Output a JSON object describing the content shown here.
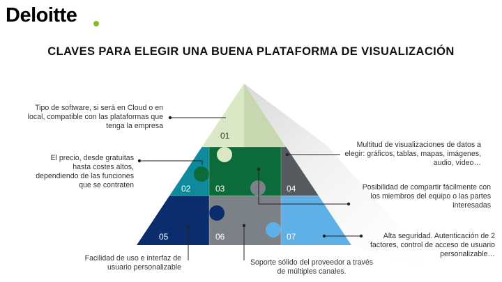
{
  "header": {
    "logo_text": "Deloitte"
  },
  "title": "CLAVES PARA ELEGIR UNA BUENA PLATAFORMA DE VISUALIZACIÓN",
  "pieces": [
    {
      "number": "01",
      "color": "#dbe8c6"
    },
    {
      "number": "02",
      "color": "#0f8a9c"
    },
    {
      "number": "03",
      "color": "#0b6b3a"
    },
    {
      "number": "04",
      "color": "#555a5e"
    },
    {
      "number": "05",
      "color": "#0b2d6e"
    },
    {
      "number": "06",
      "color": "#7b8186"
    },
    {
      "number": "07",
      "color": "#5eb0e6"
    }
  ],
  "callouts": {
    "c01": "Tipo de software, si será en Cloud o en local, compatible con las plataformas que tenga la empresa",
    "c02": "El precio, desde gratuitas hasta costes altos, dependiendo de las funciones que se contraten",
    "c03": "Multitud de visualizaciones de datos a elegir: gráficos, tablas, mapas, imágenes, audio, vídeo…",
    "c04": "Posibilidad de compartir fácilmente con los miembros del equipo o las partes interesadas",
    "c05": "Facilidad de uso e interfaz de usuario personalizable",
    "c06": "Soporte sólido del proveedor a través de múltiples canales.",
    "c07": "Alta seguridad. Autenticación de 2 factores, control de acceso de usuario personalizable…"
  }
}
